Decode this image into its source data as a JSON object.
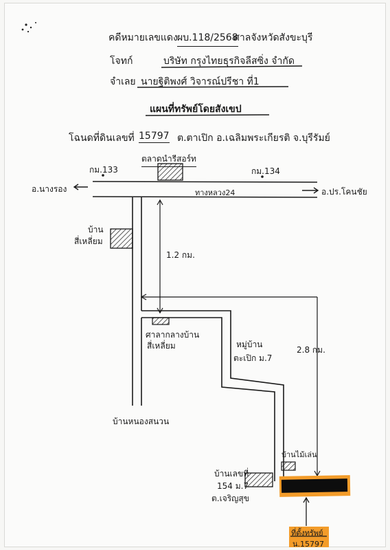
{
  "header": {
    "case_prefix": "คดีหมายเลขแดง",
    "case_number": "ผบ.118/2568",
    "court": "ศาลจังหวัดสังขะบุรี",
    "plaintiff_label": "โจทก์",
    "plaintiff": "บริษัท กรุงไทยธุรกิจลีสซิ่ง จำกัด",
    "defendant_label": "จำเลย",
    "defendant": "นายฐิติพงศ์ วิจารณ์ปรีชา ที่1",
    "title": "แผนที่ทรัพย์โดยสังเขป",
    "deed_prefix": "โฉนดที่ดินเลขที่",
    "deed_number": "15797",
    "location": "ต.ตาเปิก อ.เฉลิมพระเกียรติ จ.บุรีรัมย์"
  },
  "map": {
    "km133": "กม.133",
    "km134": "กม.134",
    "market": "ตลาดนำรีสอร์ท",
    "to_west": "อ.นางรอง",
    "to_east": "อ.ปร.โคนชัย",
    "highway": "ทางหลวง24",
    "house_name_line1": "บ้าน",
    "house_name_line2": "สี่เหลี่ยม",
    "dist_1": "1.2 กม.",
    "pavilion_line1": "ศาลากลางบ้าน",
    "pavilion_line2": "สี่เหลี่ยม",
    "village_line1": "หมู่บ้าน",
    "village_line2": "ตะเปิก ม.7",
    "dist_2": "2.8 กม.",
    "to_south": "บ้านหนองสนวน",
    "wood_house": "บ้านไม้เล่น",
    "house_no_line1": "บ้านเลขที่",
    "house_no_line2": "154 ม.7",
    "house_no_line3": "ต.เจริญสุข",
    "property_line1": "ที่ตั้งทรัพย์",
    "property_line2": "น.15797"
  },
  "colors": {
    "ink": "#1a1a1a",
    "highlight": "#f39c2a",
    "property_fill": "#0d0d0d",
    "paper": "#fbfbfa"
  },
  "icons": [
    "arrow-left-icon",
    "arrow-right-icon",
    "arrow-up-icon",
    "building-hatch-icon",
    "property-parcel-icon"
  ]
}
